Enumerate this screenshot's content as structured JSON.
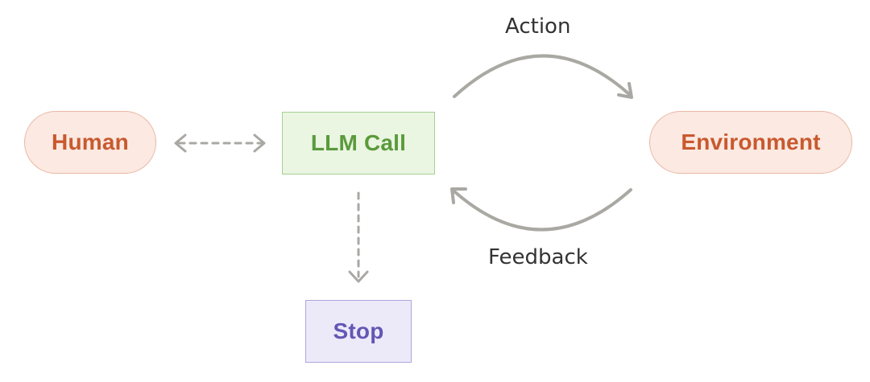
{
  "nodes": {
    "human": "Human",
    "llm_call": "LLM Call",
    "environment": "Environment",
    "stop": "Stop"
  },
  "edges": {
    "action": "Action",
    "feedback": "Feedback"
  },
  "colors": {
    "human_environment_fill": "#fbe9e2",
    "human_environment_border": "#eab7a3",
    "human_environment_text": "#c9592e",
    "llm_fill": "#eaf5e2",
    "llm_border": "#a7d192",
    "llm_text": "#5a9a3b",
    "stop_fill": "#eceaf8",
    "stop_border": "#aca6dc",
    "stop_text": "#6456b6",
    "arrow": "#a9a8a3"
  }
}
